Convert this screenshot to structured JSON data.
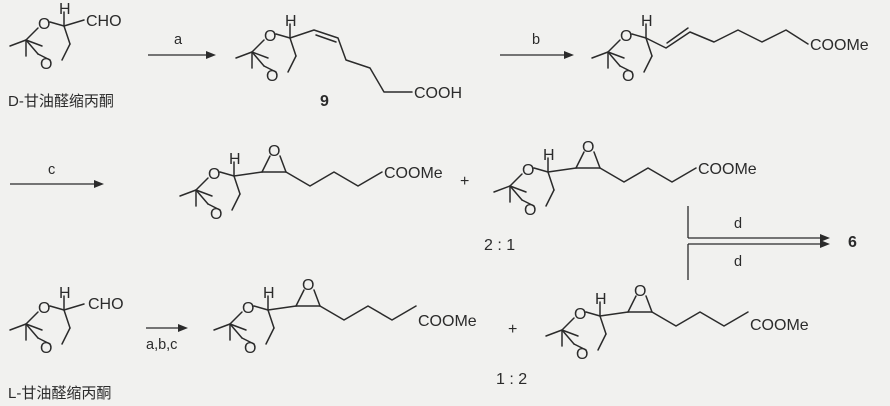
{
  "scheme": {
    "d_glyceraldehyde": {
      "name": "D-甘油醛缩丙酮",
      "cho": "CHO",
      "h": "H",
      "o_top": "O",
      "o_bottom": "O"
    },
    "l_glyceraldehyde": {
      "name": "L-甘油醛缩丙酮",
      "cho": "CHO",
      "h": "H",
      "o_top": "O",
      "o_bottom": "O"
    },
    "compound_9": {
      "label": "9",
      "cooh": "COOH",
      "h": "H",
      "o_top": "O",
      "o_bottom": "O"
    },
    "ester_trans": {
      "cooMe": "COOMe",
      "h": "H",
      "o_top": "O",
      "o_bottom": "O"
    },
    "epoxide_row2_a": {
      "cooMe": "COOMe",
      "h": "H",
      "o_ring": "O",
      "o_top": "O",
      "o_bottom": "O"
    },
    "epoxide_row2_b": {
      "cooMe": "COOMe",
      "h": "H",
      "o_ring": "O",
      "o_top": "O",
      "o_bottom": "O"
    },
    "epoxide_row3_a": {
      "cooMe": "COOMe",
      "h": "H",
      "o_ring": "O",
      "o_top": "O",
      "o_bottom": "O"
    },
    "epoxide_row3_b": {
      "cooMe": "COOMe",
      "h": "H",
      "o_ring": "O",
      "o_top": "O",
      "o_bottom": "O"
    },
    "ratio_row2": "2 : 1",
    "ratio_row3": "1 : 2",
    "plus": "+",
    "product": "6",
    "reagents": {
      "a": "a",
      "b": "b",
      "c": "c",
      "d_top": "d",
      "d_bottom": "d",
      "abc": "a,b,c"
    }
  }
}
